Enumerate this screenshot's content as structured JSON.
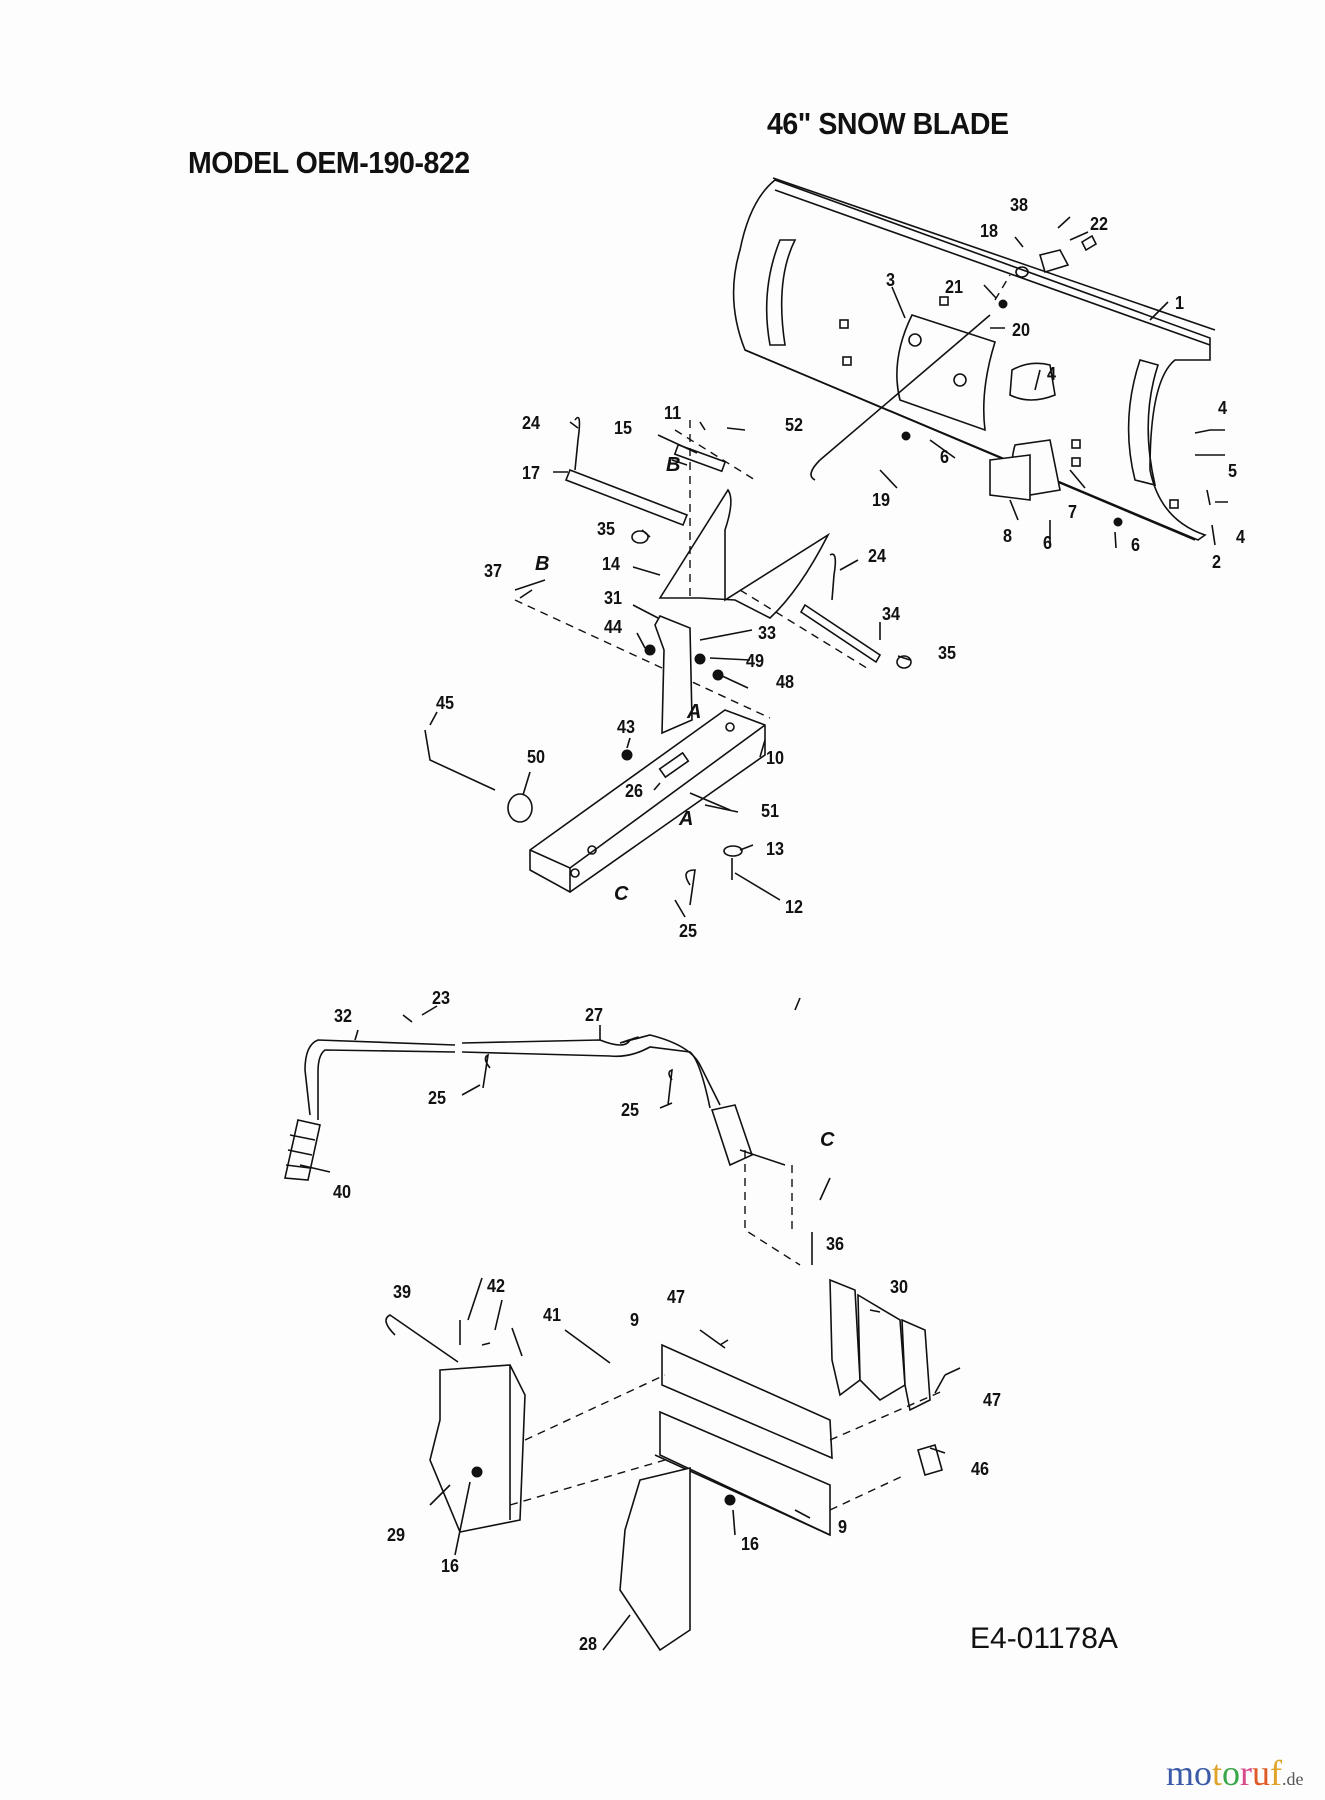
{
  "header": {
    "model": "MODEL OEM-190-822",
    "product": "46\" SNOW BLADE"
  },
  "diagram_code": "E4-01178A",
  "watermark": {
    "letters": [
      "m",
      "o",
      "t",
      "o",
      "r",
      "u",
      "f"
    ],
    "letter_colors": [
      "#3b5ba8",
      "#3b5ba8",
      "#e0a32a",
      "#3aa64a",
      "#d94a8c",
      "#e05a28",
      "#e0a32a"
    ],
    "suffix": ".de"
  },
  "callouts": [
    {
      "id": "c38",
      "text": "38"
    },
    {
      "id": "c18",
      "text": "18"
    },
    {
      "id": "c22",
      "text": "22"
    },
    {
      "id": "c3",
      "text": "3"
    },
    {
      "id": "c21",
      "text": "21"
    },
    {
      "id": "c1",
      "text": "1"
    },
    {
      "id": "c20",
      "text": "20"
    },
    {
      "id": "c4a",
      "text": "4"
    },
    {
      "id": "c4b",
      "text": "4"
    },
    {
      "id": "c5",
      "text": "5"
    },
    {
      "id": "c4c",
      "text": "4"
    },
    {
      "id": "c2",
      "text": "2"
    },
    {
      "id": "c6a",
      "text": "6"
    },
    {
      "id": "c6b",
      "text": "6"
    },
    {
      "id": "c6c",
      "text": "6"
    },
    {
      "id": "c7",
      "text": "7"
    },
    {
      "id": "c8",
      "text": "8"
    },
    {
      "id": "c19",
      "text": "19"
    },
    {
      "id": "c24a",
      "text": "24"
    },
    {
      "id": "c11",
      "text": "11"
    },
    {
      "id": "c52",
      "text": "52"
    },
    {
      "id": "c15",
      "text": "15"
    },
    {
      "id": "c17",
      "text": "17"
    },
    {
      "id": "c35a",
      "text": "35"
    },
    {
      "id": "c14",
      "text": "14"
    },
    {
      "id": "c24b",
      "text": "24"
    },
    {
      "id": "c37",
      "text": "37"
    },
    {
      "id": "c31",
      "text": "31"
    },
    {
      "id": "c33",
      "text": "33"
    },
    {
      "id": "c34",
      "text": "34"
    },
    {
      "id": "c44",
      "text": "44"
    },
    {
      "id": "c35b",
      "text": "35"
    },
    {
      "id": "c49",
      "text": "49"
    },
    {
      "id": "c48",
      "text": "48"
    },
    {
      "id": "c45",
      "text": "45"
    },
    {
      "id": "c43",
      "text": "43"
    },
    {
      "id": "c10",
      "text": "10"
    },
    {
      "id": "c50",
      "text": "50"
    },
    {
      "id": "c26",
      "text": "26"
    },
    {
      "id": "c51",
      "text": "51"
    },
    {
      "id": "c13",
      "text": "13"
    },
    {
      "id": "c12",
      "text": "12"
    },
    {
      "id": "c25a",
      "text": "25"
    },
    {
      "id": "c23",
      "text": "23"
    },
    {
      "id": "c32",
      "text": "32"
    },
    {
      "id": "c27",
      "text": "27"
    },
    {
      "id": "c25b",
      "text": "25"
    },
    {
      "id": "c25c",
      "text": "25"
    },
    {
      "id": "c40",
      "text": "40"
    },
    {
      "id": "c36",
      "text": "36"
    },
    {
      "id": "c39",
      "text": "39"
    },
    {
      "id": "c42",
      "text": "42"
    },
    {
      "id": "c41",
      "text": "41"
    },
    {
      "id": "c47a",
      "text": "47"
    },
    {
      "id": "c30",
      "text": "30"
    },
    {
      "id": "c9a",
      "text": "9"
    },
    {
      "id": "c47b",
      "text": "47"
    },
    {
      "id": "c46",
      "text": "46"
    },
    {
      "id": "c29",
      "text": "29"
    },
    {
      "id": "c16a",
      "text": "16"
    },
    {
      "id": "c16b",
      "text": "16"
    },
    {
      "id": "c9b",
      "text": "9"
    },
    {
      "id": "c28",
      "text": "28"
    }
  ],
  "reference_letters": [
    {
      "id": "rB1",
      "text": "B"
    },
    {
      "id": "rB2",
      "text": "B"
    },
    {
      "id": "rA1",
      "text": "A"
    },
    {
      "id": "rA2",
      "text": "A"
    },
    {
      "id": "rC1",
      "text": "C"
    },
    {
      "id": "rC2",
      "text": "C"
    }
  ]
}
